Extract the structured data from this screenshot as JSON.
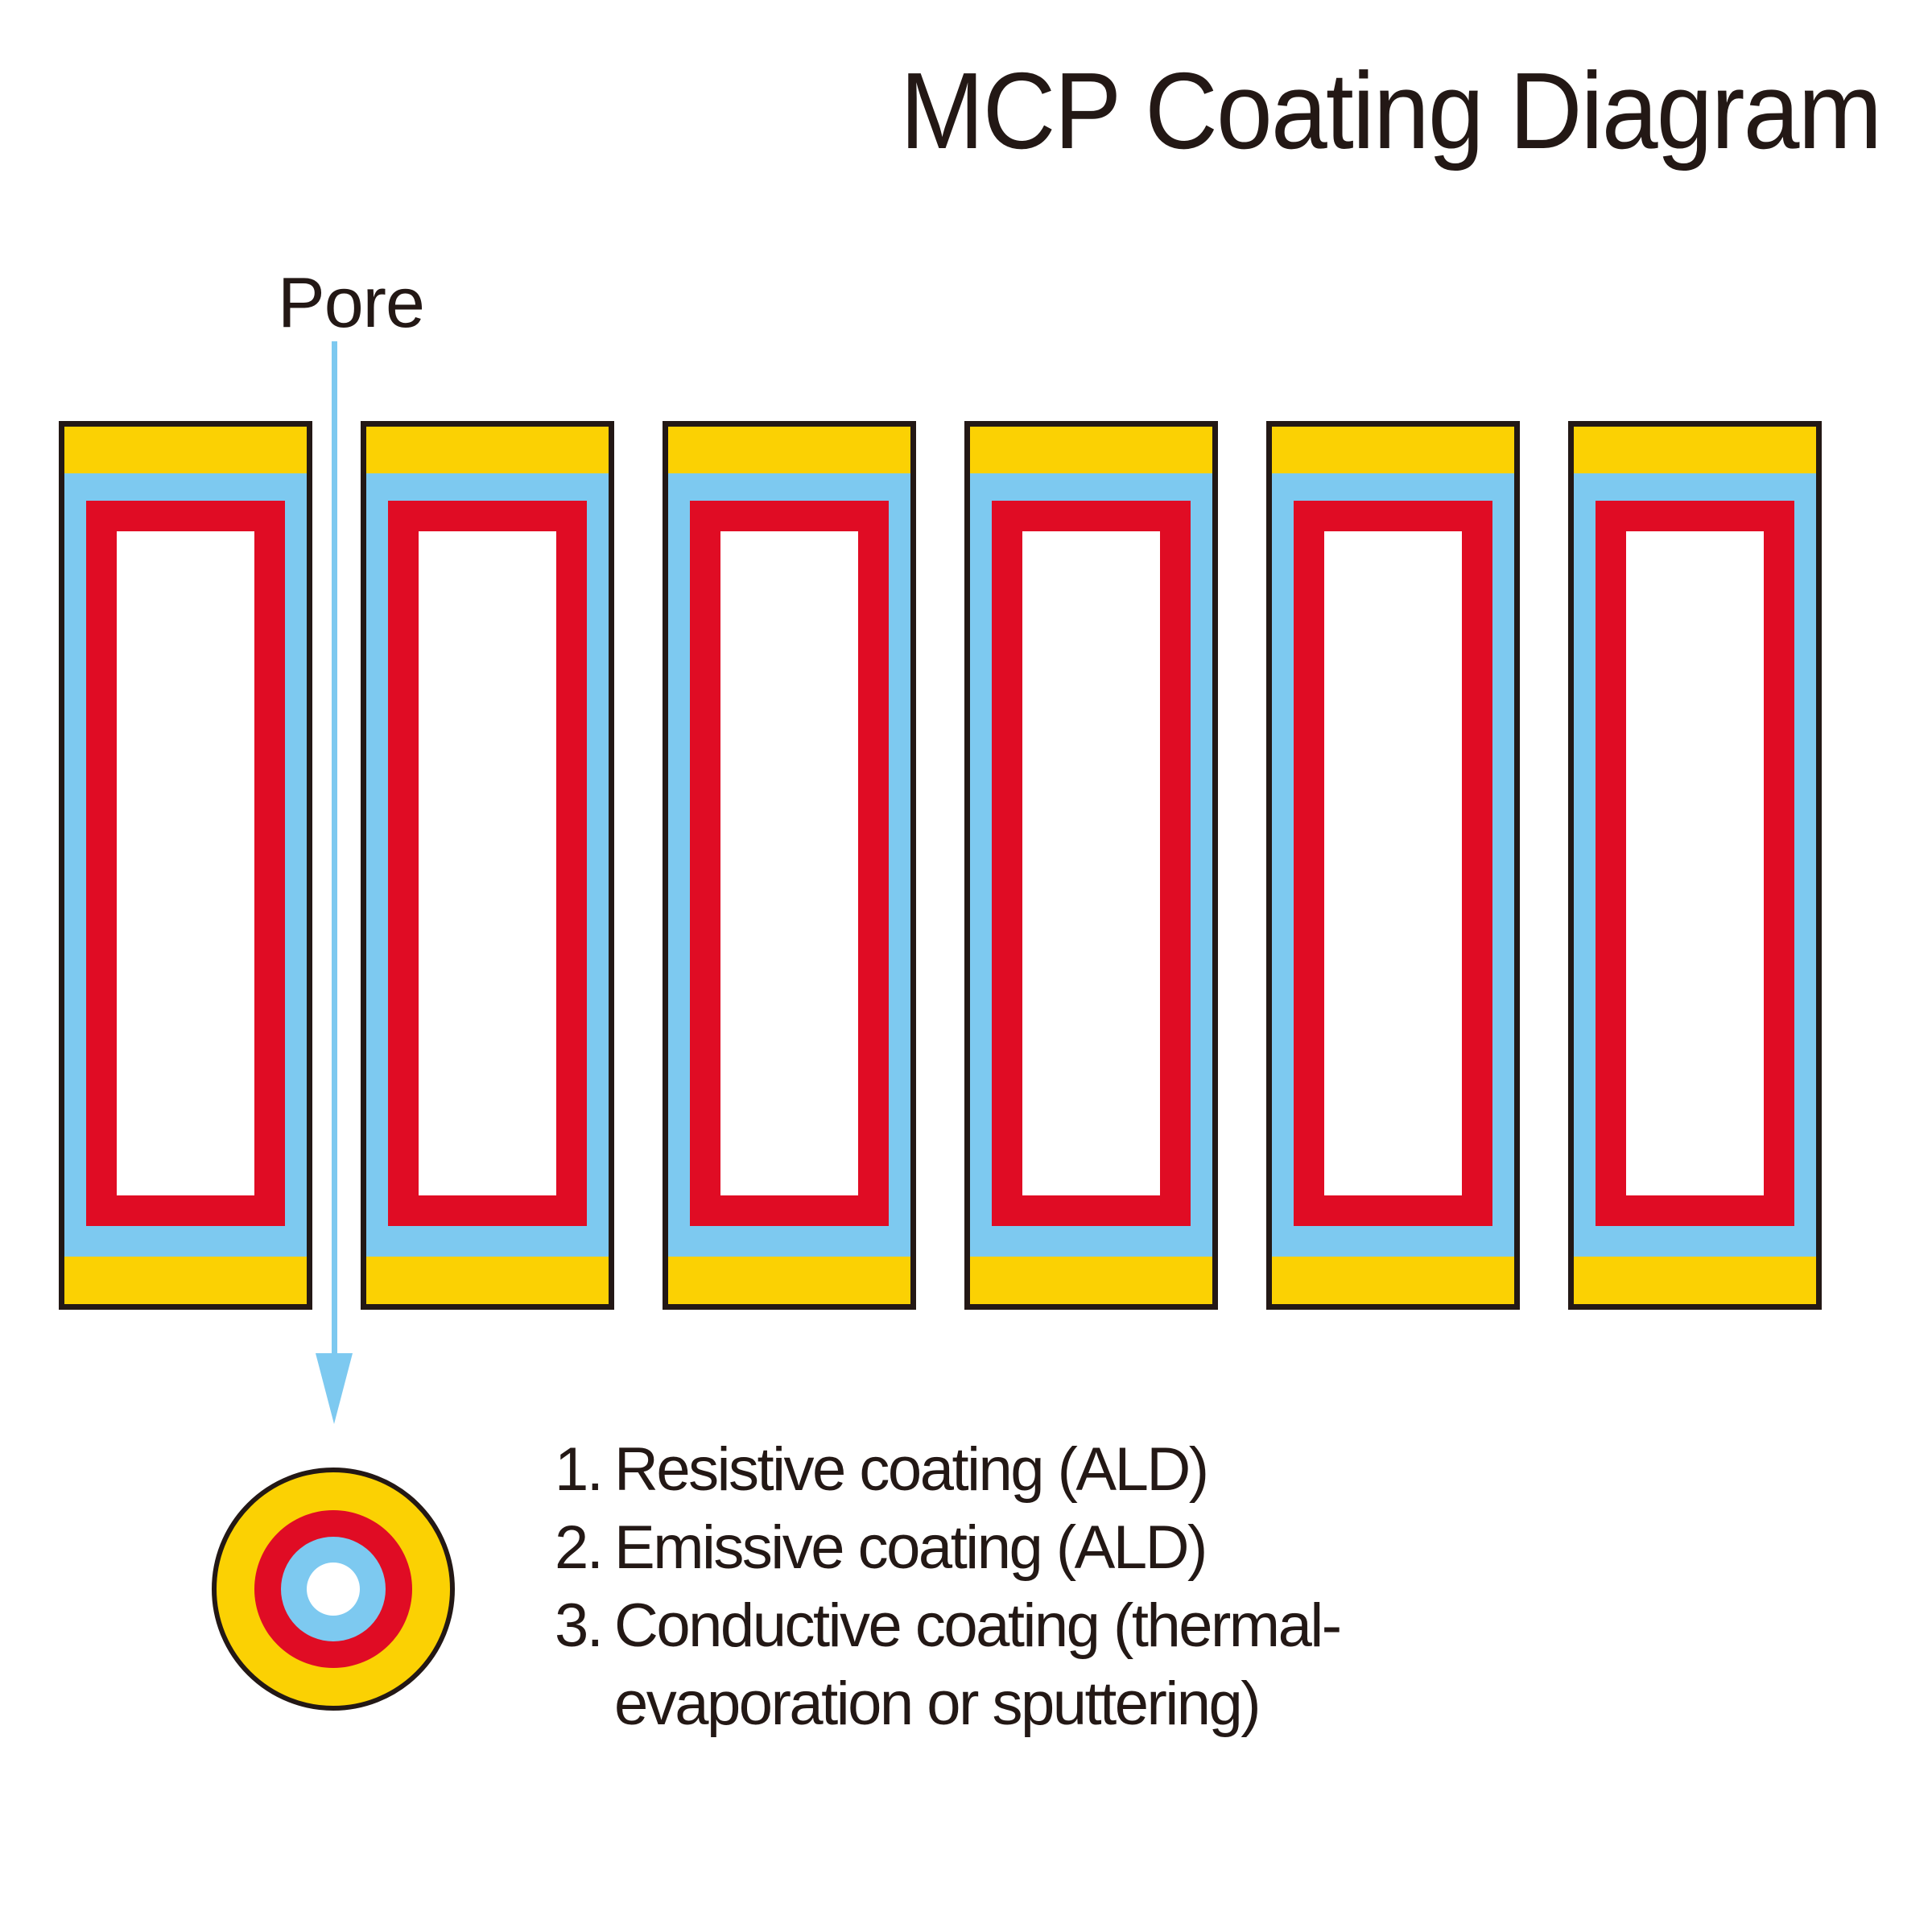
{
  "title": "MCP Coating Diagram",
  "pore_label": "Pore",
  "diagram": {
    "wall_count": 6,
    "colors": {
      "yellow": "#FBD103",
      "red": "#E00C24",
      "blue": "#7DC9F0",
      "outline": "#231815",
      "text": "#231815",
      "background": "#FFFFFF"
    }
  },
  "legend": {
    "items": [
      {
        "number": "1.",
        "lines": [
          "Resistive coating (ALD)"
        ]
      },
      {
        "number": "2.",
        "lines": [
          "Emissive coating (ALD)"
        ]
      },
      {
        "number": "3.",
        "lines": [
          "Conductive coating (thermal-",
          "evaporation or sputtering)"
        ]
      }
    ]
  }
}
